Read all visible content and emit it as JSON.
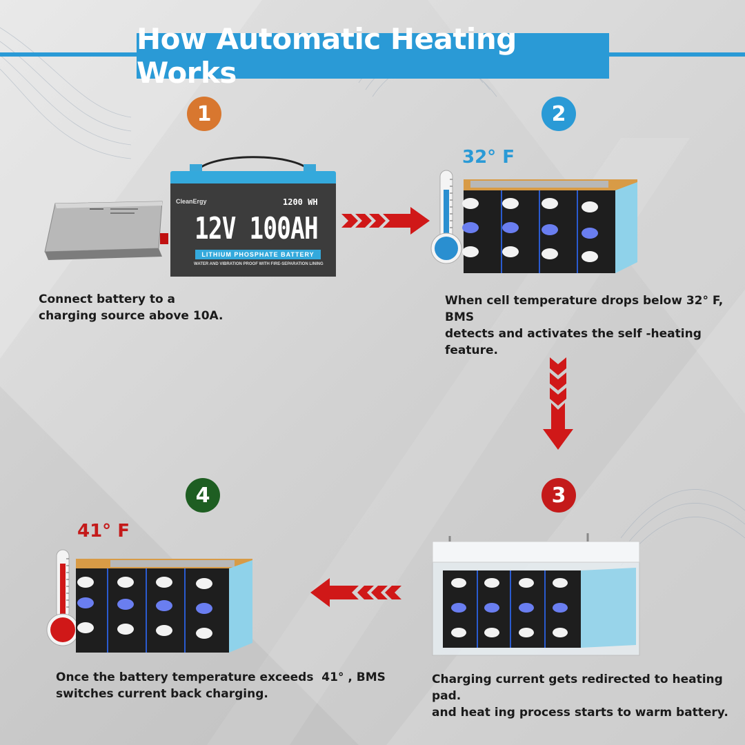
{
  "header": {
    "title": "How Automatic Heating Works"
  },
  "steps": [
    {
      "number": "1",
      "color": "#d8772f",
      "caption_line1": "Connect battery to a",
      "caption_line2": "charging source above 10A."
    },
    {
      "number": "2",
      "color": "#2a9ad6",
      "temperature": "32° F",
      "caption_line1": "When cell temperature drops below 32° F, BMS",
      "caption_line2": "detects and activates the self -heating feature."
    },
    {
      "number": "3",
      "color": "#c41a1a",
      "caption_line1": "Charging current gets redirected to heating pad.",
      "caption_line2": "and heat ing process starts to warm battery."
    },
    {
      "number": "4",
      "color": "#1e5e22",
      "temperature": "41° F",
      "caption_line1": "Once the battery temperature exceeds  41° , BMS",
      "caption_line2": "switches current back charging."
    }
  ],
  "battery": {
    "brand": "CleanErgy",
    "capacity_wh": "1200 WH",
    "model": "12V 100AH",
    "type_label": "LITHIUM PHOSPHATE BATTERY",
    "feature_label": "WATER AND VIBRATION PROOF WITH FIRE-SEPARATION LINING"
  },
  "colors": {
    "accent": "#2a9ad6",
    "arrow": "#d01818",
    "background": "#cfcfcf"
  },
  "icons": [
    "thermometer-cold-icon",
    "thermometer-warm-icon",
    "arrow-right-icon",
    "arrow-down-icon",
    "arrow-left-icon"
  ]
}
